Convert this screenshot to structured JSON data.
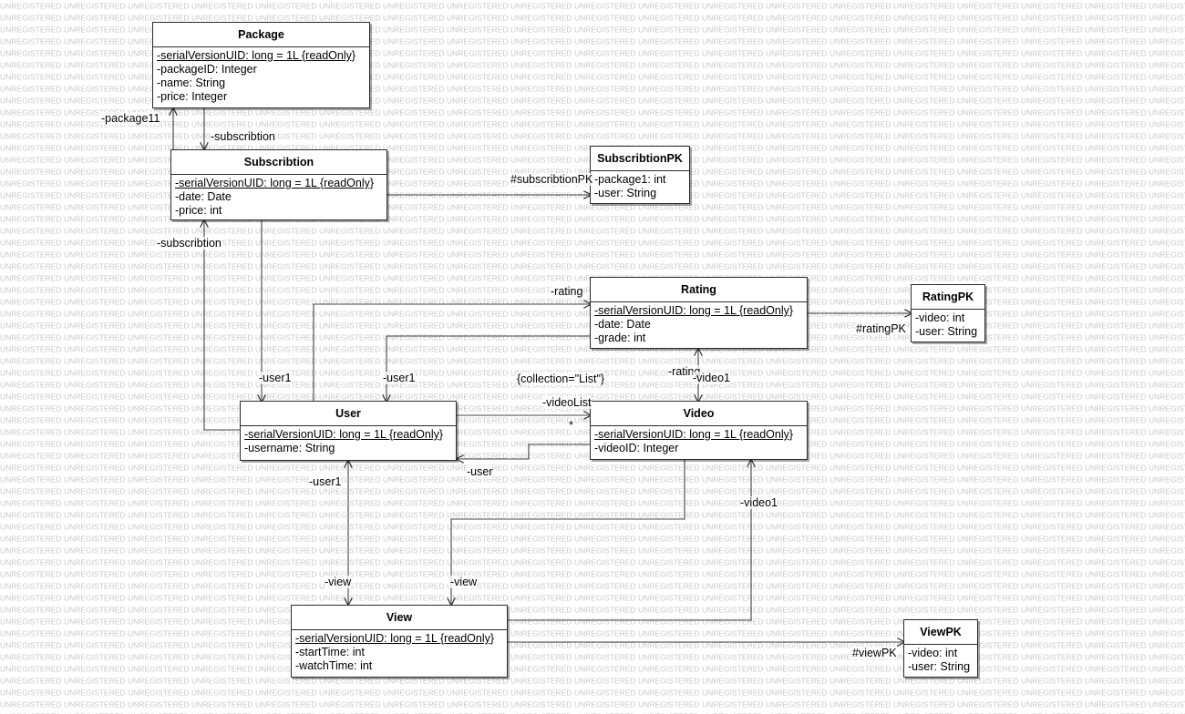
{
  "watermark": "UNREGISTERED",
  "classes": {
    "package": {
      "name": "Package",
      "attrs": [
        "-serialVersionUID: long = 1L {readOnly}",
        "-packageID: Integer",
        "-name: String",
        "-price: Integer"
      ]
    },
    "subscribtion": {
      "name": "Subscribtion",
      "attrs": [
        "-serialVersionUID: long = 1L {readOnly}",
        "-date: Date",
        "-price: int"
      ]
    },
    "subscribtionpk": {
      "name": "SubscribtionPK",
      "attrs": [
        "-package1: int",
        "-user: String"
      ]
    },
    "rating": {
      "name": "Rating",
      "attrs": [
        "-serialVersionUID: long = 1L {readOnly}",
        "-date: Date",
        "-grade: int"
      ]
    },
    "ratingpk": {
      "name": "RatingPK",
      "attrs": [
        "-video: int",
        "-user: String"
      ]
    },
    "user": {
      "name": "User",
      "attrs": [
        "-serialVersionUID: long = 1L {readOnly}",
        "-username: String"
      ]
    },
    "video": {
      "name": "Video",
      "attrs": [
        "-serialVersionUID: long = 1L {readOnly}",
        "-videoID: Integer"
      ]
    },
    "view": {
      "name": "View",
      "attrs": [
        "-serialVersionUID: long = 1L {readOnly}",
        "-startTime: int",
        "-watchTime: int"
      ]
    },
    "viewpk": {
      "name": "ViewPK",
      "attrs": [
        "-video: int",
        "-user: String"
      ]
    }
  },
  "labels": {
    "package11": "-package11",
    "subscribtion_pkg": "-subscribtion",
    "subscribtion_pk": "#subscribtionPK",
    "subscribtion_user": "-subscribtion",
    "rating_user": "-rating",
    "rating_pk": "#ratingPK",
    "user1_sub": "-user1",
    "user1_rating": "-user1",
    "collection": "{collection=\"List\"}",
    "rating_video": "-rating",
    "video1_rating": "-video1",
    "videolist": "-videoList",
    "star": "*",
    "user_video": "-user",
    "user1_view": "-user1",
    "video1_view": "-video1",
    "view_user": "-view",
    "view_video": "-view",
    "view_pk": "#viewPK"
  }
}
